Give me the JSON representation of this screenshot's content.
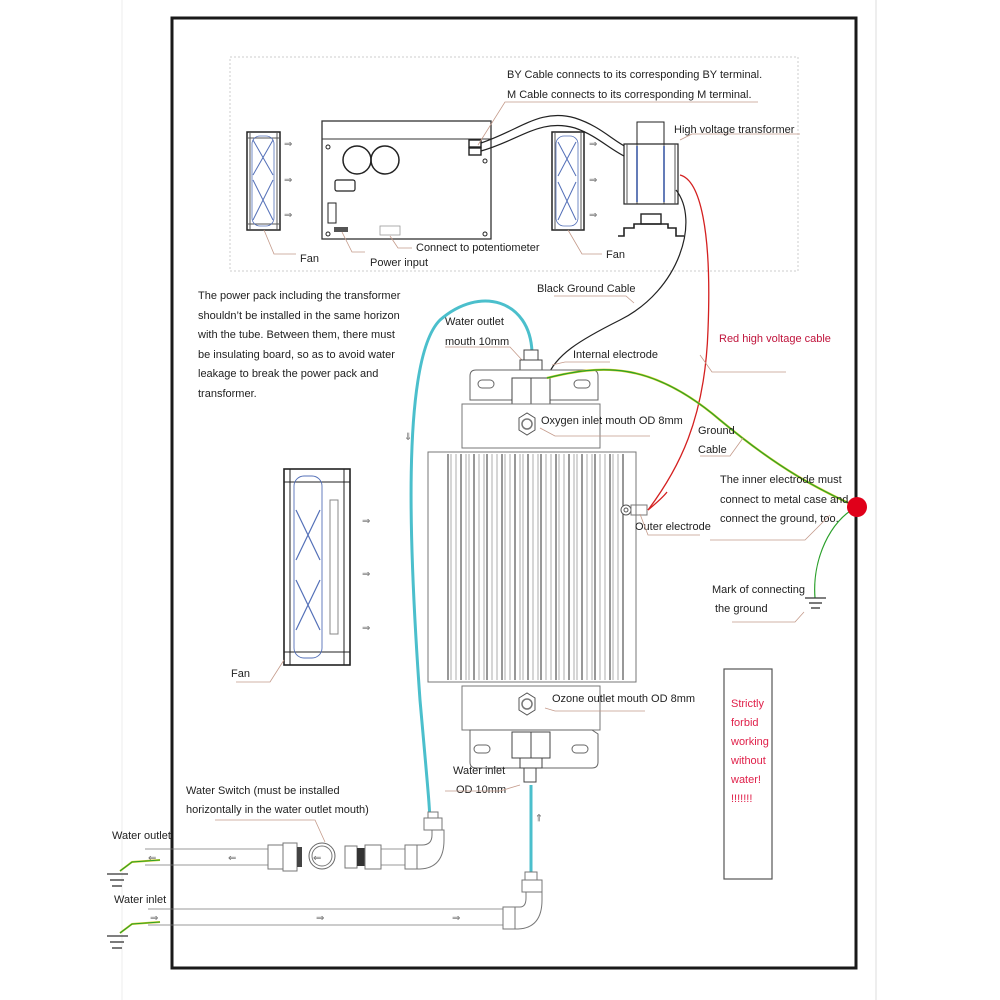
{
  "diagram": {
    "top_notes": {
      "by_cable": "BY Cable connects to its corresponding BY terminal.",
      "m_cable": "M Cable connects to its corresponding M terminal."
    },
    "labels": {
      "high_voltage_transformer": "High voltage transformer",
      "fan_top_left": "Fan",
      "fan_top_right": "Fan",
      "power_input": "Power input",
      "connect_potentiometer": "Connect to potentiometer",
      "black_ground_cable": "Black Ground Cable",
      "water_outlet_mouth_1": "Water outlet",
      "water_outlet_mouth_2": "mouth 10mm",
      "internal_electrode": "Internal electrode",
      "red_hv_cable": "Red high voltage cable",
      "oxygen_inlet": "Oxygen inlet mouth OD 8mm",
      "ground_cable_1": "Ground",
      "ground_cable_2": "Cable",
      "outer_electrode": "Outer electrode",
      "fan_left": "Fan",
      "ozone_outlet": "Ozone outlet mouth OD 8mm",
      "water_inlet_od_1": "Water inlet",
      "water_inlet_od_2": "OD 10mm",
      "water_switch_1": "Water Switch (must be installed",
      "water_switch_2": "horizontally in the water outlet mouth)",
      "water_outlet": "Water outlet",
      "water_inlet": "Water inlet"
    },
    "notes": {
      "power_pack": [
        "The power pack including the transformer",
        "shouldn’t be installed in the same horizon",
        "with the tube. Between them, there must",
        "be insulating board, so as to avoid water",
        "leakage to break the power pack and",
        "transformer."
      ],
      "inner_electrode": [
        "The inner electrode must",
        "connect to metal case and",
        "connect the ground, too."
      ],
      "ground_mark": [
        "Mark of connecting",
        "the ground"
      ]
    },
    "warning": {
      "lines": [
        "Strictly",
        "forbid",
        "working",
        "without",
        "water!",
        "!!!!!!!"
      ]
    },
    "colors": {
      "water_tube": "#4bbfcc",
      "hv_cable": "#d42020",
      "ground_cable": "#2aa02a",
      "ground_node": "#e0001a",
      "warning_text": "#e0204a",
      "leader": "#c49a8a",
      "fan_blade": "#5470b8"
    },
    "icons": {
      "flow_arrow_right": "⇒",
      "flow_arrow_left": "⇐"
    }
  }
}
